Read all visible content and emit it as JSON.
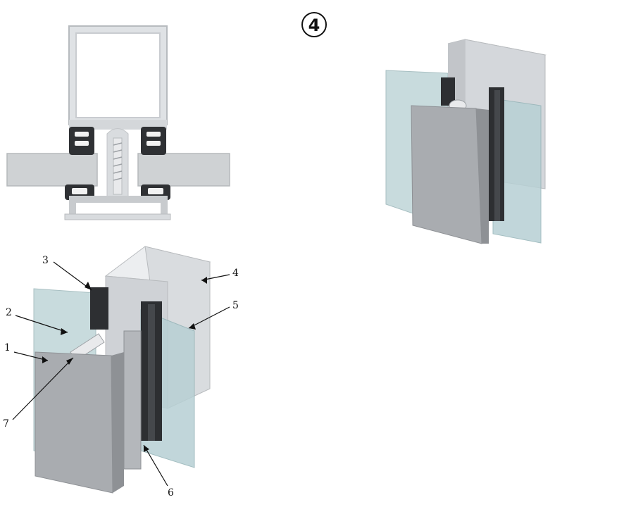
{
  "figure": {
    "number": "4",
    "callouts": [
      "1",
      "2",
      "3",
      "4",
      "5",
      "6",
      "7"
    ]
  },
  "colors": {
    "aluminium": "#b9bdc2",
    "aluminium_light": "#dde0e4",
    "glass": "#b9d3d6",
    "gasket": "#2b2d30",
    "panel": "#a7aaae"
  }
}
